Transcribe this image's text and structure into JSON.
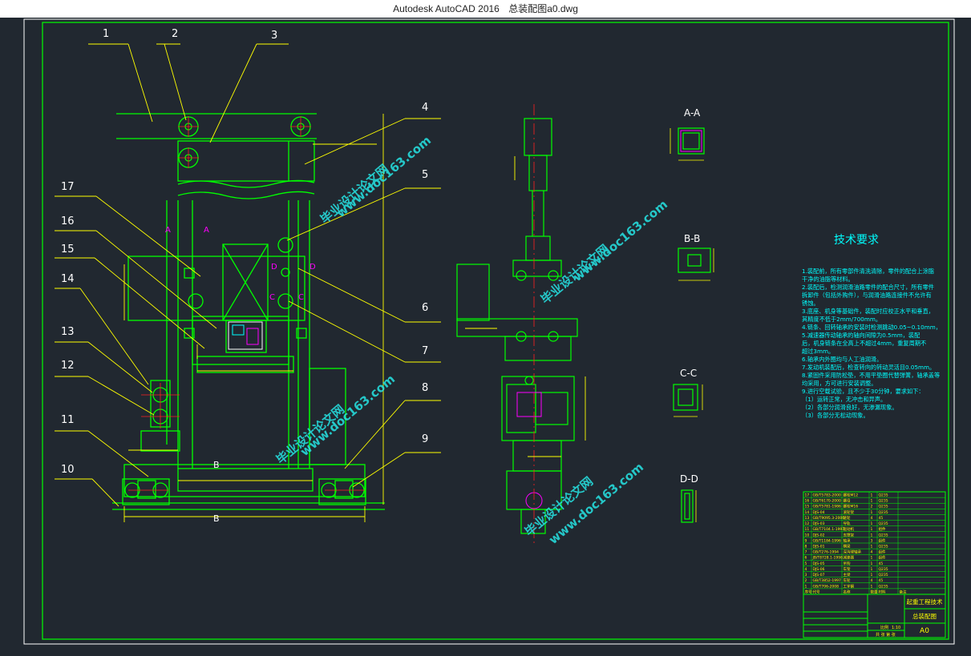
{
  "window": {
    "app_name": "Autodesk AutoCAD 2016",
    "file_name": "总装配图a0.dwg"
  },
  "drawing": {
    "part_numbers": [
      "1",
      "2",
      "3",
      "4",
      "5",
      "6",
      "7",
      "8",
      "9",
      "10",
      "11",
      "12",
      "13",
      "14",
      "15",
      "16",
      "17"
    ],
    "section_labels": [
      "A-A",
      "B-B",
      "C-C",
      "D-D"
    ],
    "view_marks": {
      "a": "A",
      "b": "B",
      "c": "C",
      "d": "D"
    },
    "tech_title": "技术要求",
    "tech_lines": [
      "1.装配前，所有零部件清洗清除，零件的配合上涂脂",
      "  干净的油脂等材料。",
      "2.装配后，检测润滑油路零件的配合尺寸，所有零件",
      "  拆卸件（包括外购件），与润滑油路连接件不允许有",
      "  锈蚀。",
      "3.底座、机身等基础件，装配时应校正水平和垂直，",
      "  其精度不低于2mm/700mm。",
      "4.链条、回转轴承的安装时检测跳动0.05~0.10mm，",
      "5.减速器传动轴承的轴向间隙为0.5mm，装配",
      "  后，机身链条在全高上不超过4mm，重复周期不",
      "  超过3mm。",
      "6.轴承内外圈均与人工油润滑。",
      "7.发动机装配后，检查转向的转动灵活且0.05mm。",
      "8.紧固件采用防松垫，不用平垫圈代替弹簧，轴承盖等",
      "  均采用，方可进行安装调整。",
      "9.进行空载试验，且不少于30分钟，要求如下：",
      "  （1）运转正常，无冲击和异声。",
      "  （2）各部分润滑良好，无渗漏现象。",
      "  （3）各部分无松动现象。"
    ],
    "watermark": {
      "cn": "毕业设计论文网",
      "url": "www.doc163.com"
    },
    "title_block": {
      "project": "起重工程技术",
      "drawing_name": "总装配图",
      "sheet_size": "A0",
      "scale_label": "比例",
      "scale_value": "1:10",
      "sheet_label": "共 张 第 张"
    },
    "bom_rows": [
      [
        "17",
        "GB/T5783-2000",
        "螺栓M12",
        "1",
        "Q235",
        ""
      ],
      [
        "16",
        "GB/T6170-2000",
        "螺母",
        "1",
        "Q235",
        ""
      ],
      [
        "15",
        "GB/T5781-1986",
        "螺栓M16",
        "2",
        "Q235",
        ""
      ],
      [
        "14",
        "DJS-04",
        "滚轮架",
        "1",
        "Q235",
        ""
      ],
      [
        "13",
        "GB/T9095.3-2000",
        "链轮",
        "4",
        "45",
        ""
      ],
      [
        "12",
        "DJS-03",
        "导轨",
        "1",
        "Q235",
        ""
      ],
      [
        "11",
        "GB/T7104.1-1997",
        "驱动机",
        "1",
        "组件",
        ""
      ],
      [
        "10",
        "DJS-02",
        "支撑架",
        "1",
        "Q235",
        ""
      ],
      [
        "9",
        "GB/T1184-1996",
        "轴承",
        "3",
        "组件",
        ""
      ],
      [
        "8",
        "DJS-01",
        "横梁",
        "1",
        "Q235",
        ""
      ],
      [
        "7",
        "GB/T276-1994",
        "深沟球轴承",
        "4",
        "组件",
        ""
      ],
      [
        "6",
        "JB/T8728.1-1998",
        "减速器",
        "1",
        "组件",
        ""
      ],
      [
        "5",
        "DJS-05",
        "吊钩",
        "1",
        "45",
        ""
      ],
      [
        "4",
        "DJS-06",
        "车架",
        "1",
        "Q235",
        ""
      ],
      [
        "3",
        "DJS-07",
        "主梁",
        "1",
        "Q235",
        ""
      ],
      [
        "2",
        "GB/T3852-1997",
        "车轮",
        "4",
        "45",
        ""
      ],
      [
        "1",
        "GB/T706-2008",
        "工字钢",
        "1",
        "Q235",
        ""
      ]
    ],
    "bom_header": [
      "序号",
      "代号",
      "名称",
      "数量",
      "材料",
      "备注"
    ]
  },
  "colors": {
    "background": "#212830",
    "outline": "#00ff00",
    "dimension": "#ffff00",
    "accent_red": "#ff2020",
    "magenta": "#ff00ff",
    "cyan": "#00ffff",
    "watermark": "#26e6e6"
  }
}
